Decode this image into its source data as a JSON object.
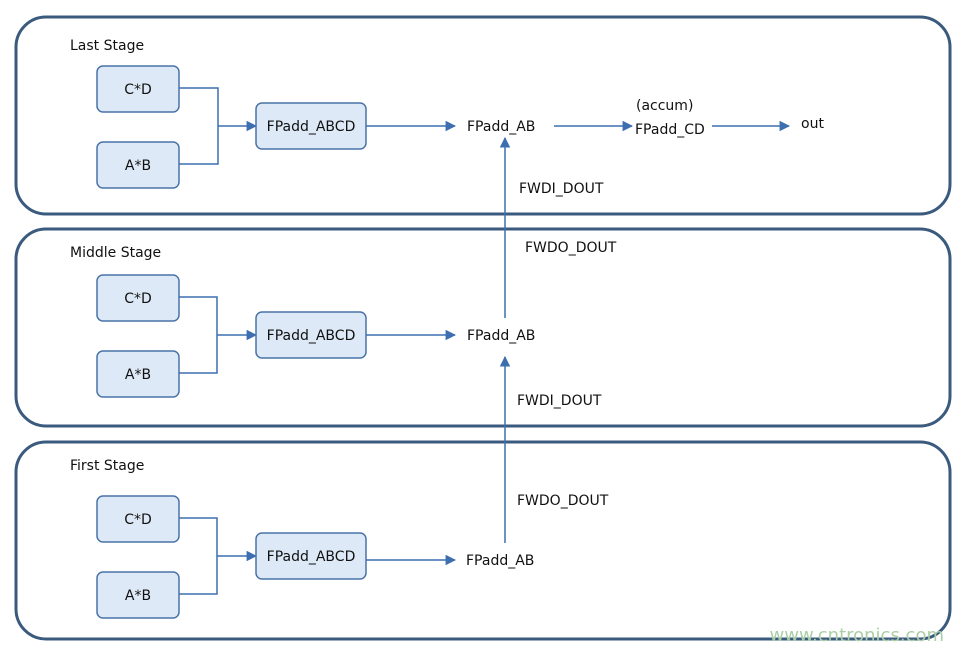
{
  "stages": {
    "last": "Last Stage",
    "middle": "Middle Stage",
    "first": "First Stage"
  },
  "blocks": {
    "cd": "C*D",
    "ab": "A*B",
    "fpadd_abcd": "FPadd_ABCD"
  },
  "nodes": {
    "fpadd_ab": "FPadd_AB",
    "fpadd_cd": "FPadd_CD",
    "accum": "(accum)",
    "out": "out"
  },
  "signals": {
    "fwdi_dout": "FWDI_DOUT",
    "fwdo_dout": "FWDO_DOUT"
  },
  "watermark": "www.cntronics.com",
  "colors": {
    "frame": "#3a5a7e",
    "block_fill": "#dde9f6",
    "block_border": "#4a74a8",
    "arrow": "#3d6fb0"
  }
}
